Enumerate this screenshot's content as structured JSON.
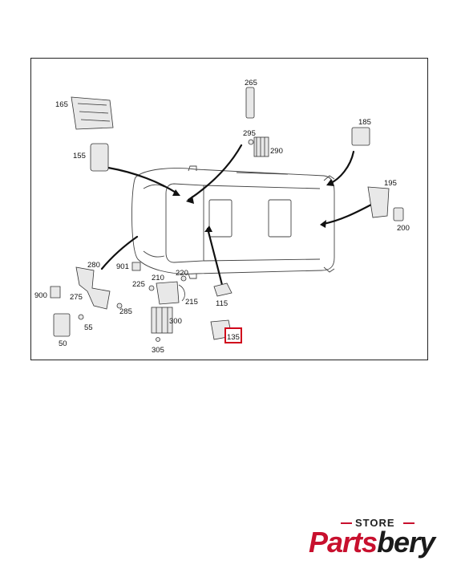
{
  "parts": [
    {
      "id": "165",
      "label": "165"
    },
    {
      "id": "265",
      "label": "265"
    },
    {
      "id": "295",
      "label": "295"
    },
    {
      "id": "290",
      "label": "290"
    },
    {
      "id": "185",
      "label": "185"
    },
    {
      "id": "155",
      "label": "155"
    },
    {
      "id": "195",
      "label": "195"
    },
    {
      "id": "200",
      "label": "200"
    },
    {
      "id": "280",
      "label": "280"
    },
    {
      "id": "901",
      "label": "901"
    },
    {
      "id": "210",
      "label": "210"
    },
    {
      "id": "220",
      "label": "220"
    },
    {
      "id": "225",
      "label": "225"
    },
    {
      "id": "215",
      "label": "215"
    },
    {
      "id": "900",
      "label": "900"
    },
    {
      "id": "275",
      "label": "275"
    },
    {
      "id": "285",
      "label": "285"
    },
    {
      "id": "115",
      "label": "115"
    },
    {
      "id": "55",
      "label": "55"
    },
    {
      "id": "300",
      "label": "300"
    },
    {
      "id": "135",
      "label": "135"
    },
    {
      "id": "50",
      "label": "50"
    },
    {
      "id": "305",
      "label": "305"
    }
  ],
  "highlight_color": "#d0021b",
  "logo": {
    "store": "STORE",
    "brand_part1": "Parts",
    "brand_part2": "bery",
    "brand_color": "#c8102e"
  }
}
